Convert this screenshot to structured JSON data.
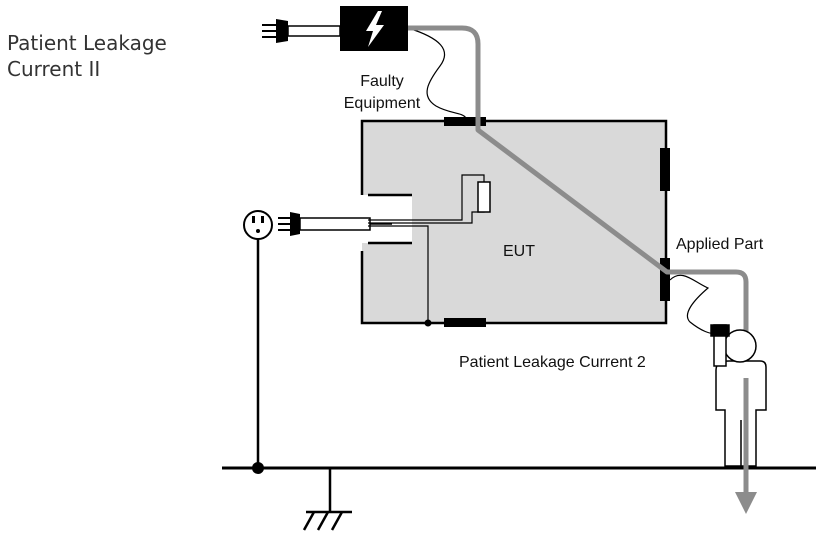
{
  "section_title": {
    "line1": "Patient Leakage",
    "line2": "Current II"
  },
  "labels": {
    "faulty_line1": "Faulty",
    "faulty_line2": "Equipment",
    "eut": "EUT",
    "applied_part": "Applied Part",
    "patient_leakage": "Patient Leakage Current 2"
  },
  "colors": {
    "enclosure_fill": "#d9d9d9",
    "current_path": "#8c8c8c",
    "wire": "#000000"
  },
  "icons": [
    "lightning-icon",
    "plug-icon",
    "outlet-icon",
    "ground-icon",
    "patient-figure-icon"
  ]
}
